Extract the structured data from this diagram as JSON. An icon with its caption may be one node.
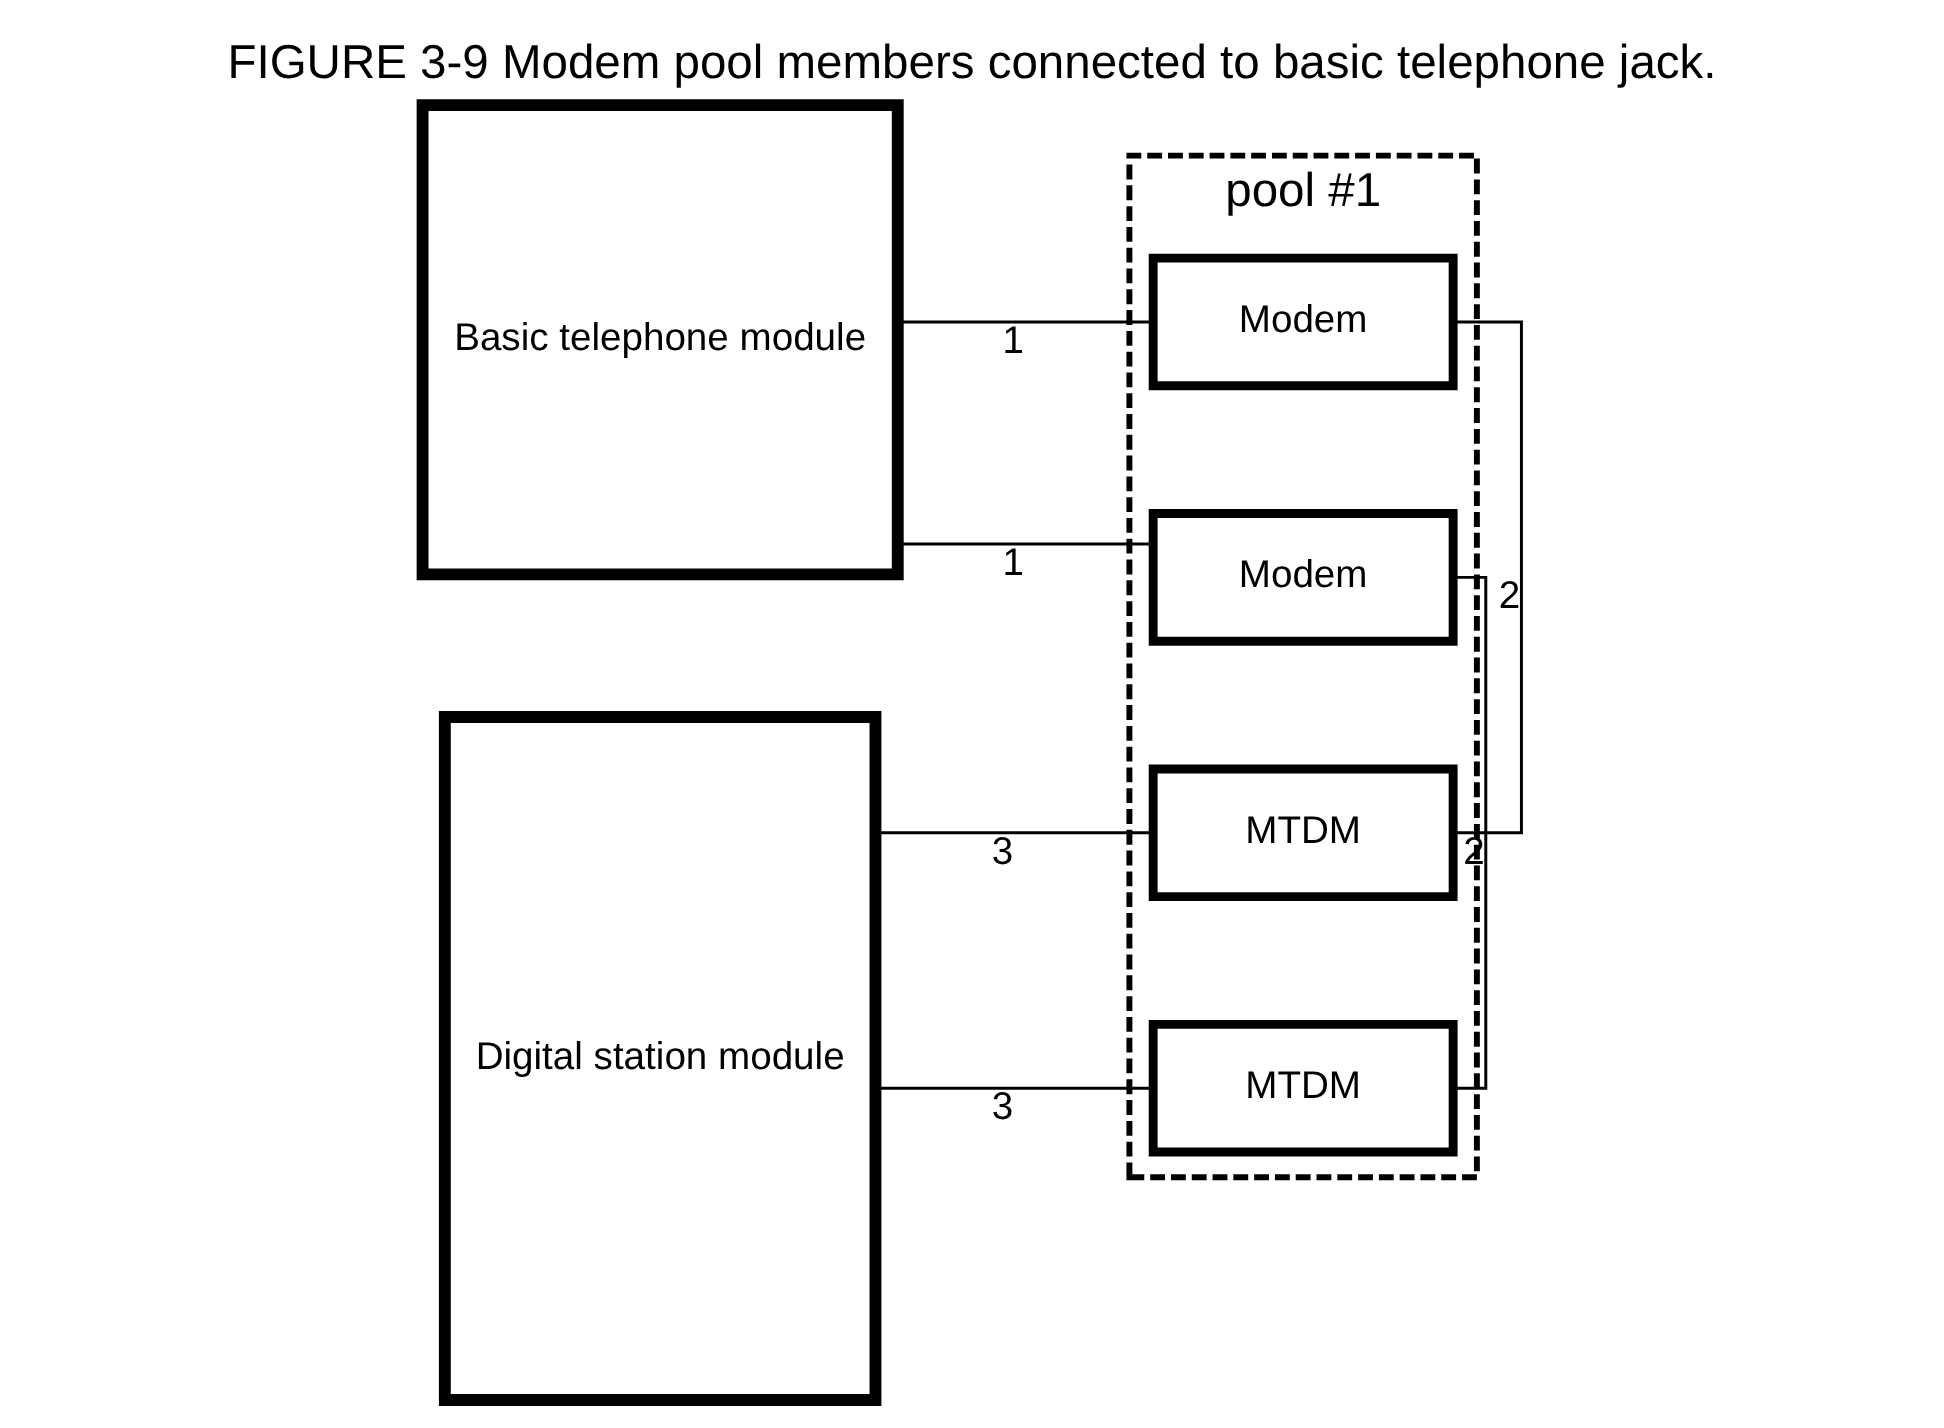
{
  "diagram": {
    "title": "FIGURE 3-9 Modem pool members connected to basic telephone jack.",
    "nodes": [
      {
        "text": [
          "Basic telephone module"
        ]
      },
      {
        "text": [
          "Digital station module"
        ]
      },
      {
        "text": [
          "pool #1"
        ]
      },
      {
        "text": [
          "Modem"
        ],
        "in": 2
      },
      {
        "text": [
          "Modem"
        ],
        "in": 2
      },
      {
        "text": [
          "MTDM"
        ],
        "in": 2
      },
      {
        "text": [
          "MTDM"
        ],
        "in": 2
      }
    ],
    "edges": [
      {
        "from": 0,
        "to": 4,
        "arrow": "none",
        "label": "1"
      },
      {
        "from": 0,
        "to": 3,
        "arrow": "none",
        "label": "1"
      },
      {
        "from": 3,
        "to": 5,
        "arrow": "none",
        "label": "2"
      },
      {
        "from": 4,
        "to": 6,
        "arrow": "none",
        "label": "2"
      },
      {
        "from": 1,
        "to": 5,
        "arrow": "none",
        "label": "3"
      },
      {
        "from": 1,
        "to": 6,
        "arrow": "none",
        "label": "3"
      }
    ]
  }
}
